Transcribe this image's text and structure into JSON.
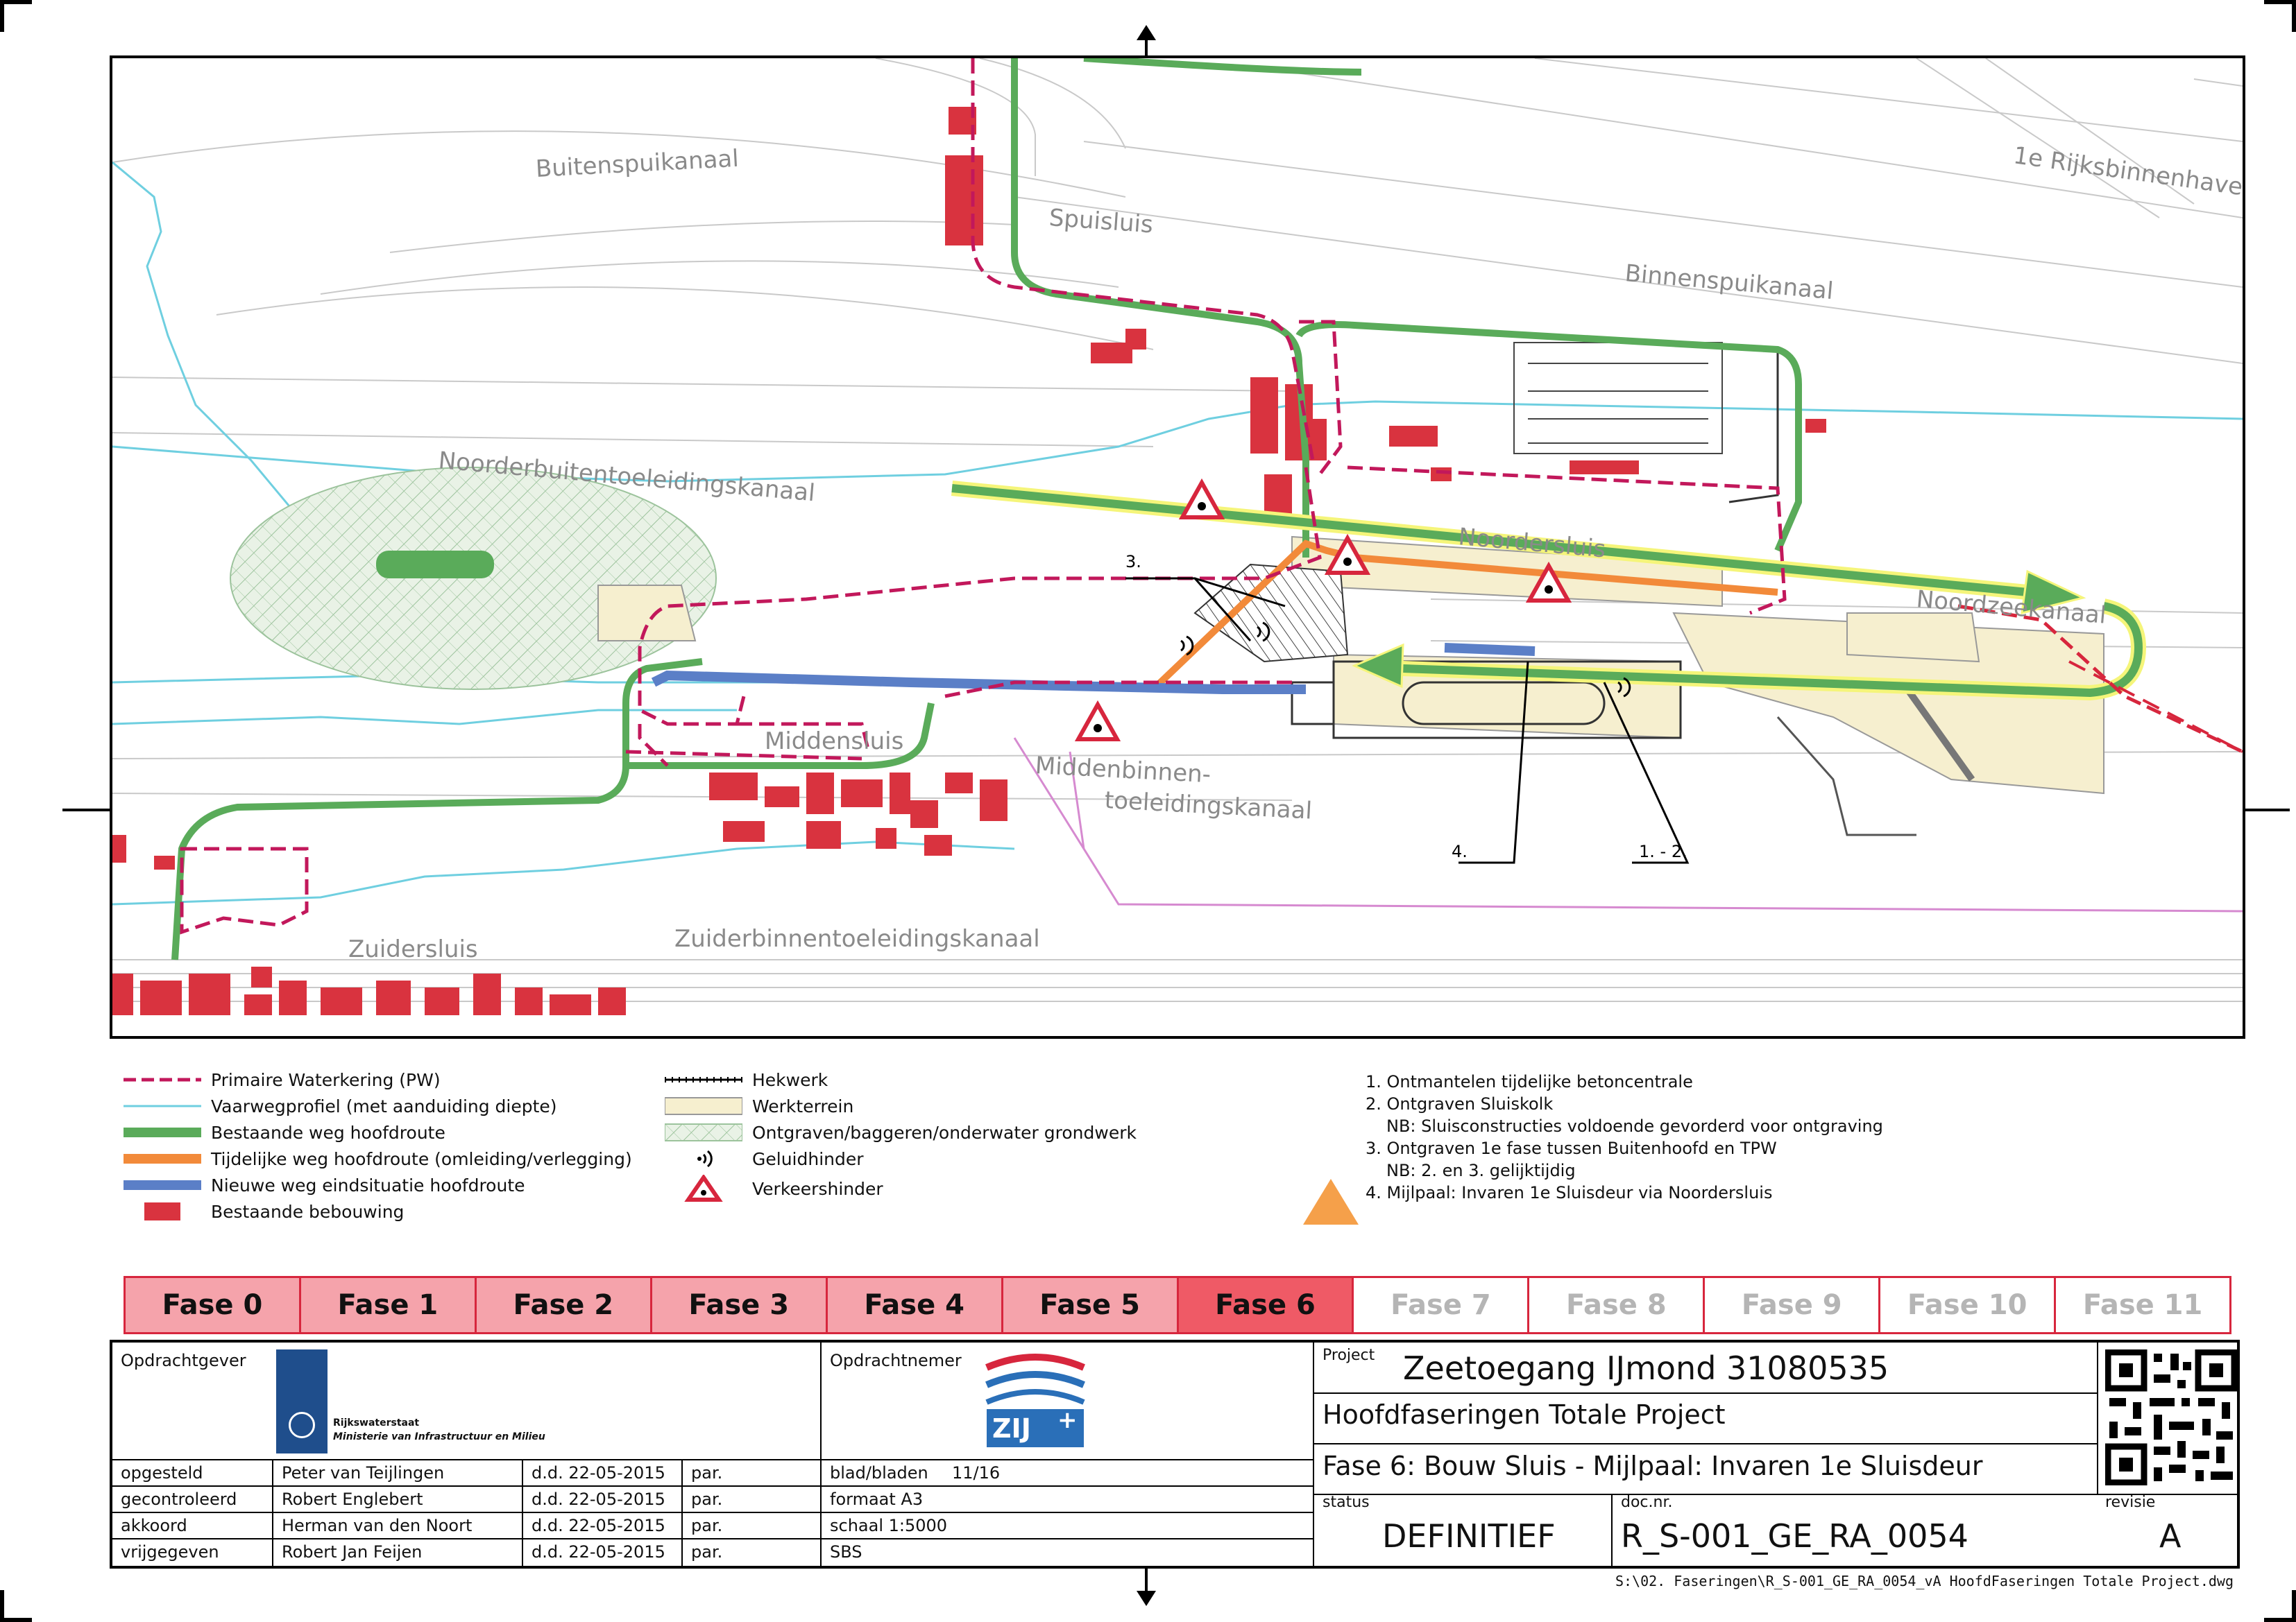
{
  "map": {
    "labels": {
      "buitenspuikanaal": "Buitenspuikanaal",
      "spuisluis": "Spuisluis",
      "binnenspuikanaal": "Binnenspuikanaal",
      "rijksbinnenhaven": "1e Rijksbinnenhaven",
      "noorderbuiten": "Noorderbuitentoeleidingskanaal",
      "noordersluis": "Noordersluis",
      "noordzeekanaal": "Noordzeekanaal",
      "middensluis": "Middensluis",
      "middenbinnen1": "Middenbinnen-",
      "middenbinnen2": "toeleidingskanaal",
      "zuidersluis": "Zuidersluis",
      "zuiderbinnen": "Zuiderbinnentoeleidingskanaal",
      "callout3": "3.",
      "callout4": "4.",
      "callout12": "1. - 2."
    }
  },
  "legend": {
    "items": [
      {
        "label": "Primaire Waterkering (PW)",
        "symbol": "dashed-line",
        "color": "#c2185b"
      },
      {
        "label": "Vaarwegprofiel (met aanduiding diepte)",
        "symbol": "line",
        "color": "#6fcfe0"
      },
      {
        "label": "Bestaande weg hoofdroute",
        "symbol": "thick-line",
        "color": "#5aab5a"
      },
      {
        "label": "Tijdelijke weg hoofdroute (omleiding/verlegging)",
        "symbol": "thick-line",
        "color": "#f28a3a"
      },
      {
        "label": "Nieuwe weg eindsituatie hoofdroute",
        "symbol": "thick-line",
        "color": "#5b7fc7"
      },
      {
        "label": "Bestaande bebouwing",
        "symbol": "rect",
        "color": "#d9333f"
      }
    ],
    "items2": [
      {
        "label": "Hekwerk",
        "symbol": "fence"
      },
      {
        "label": "Werkterrein",
        "symbol": "work-area"
      },
      {
        "label": "Ontgraven/baggeren/onderwater grondwerk",
        "symbol": "hatch"
      },
      {
        "label": "Geluidhinder",
        "symbol": "sound-icon"
      },
      {
        "label": "Verkeershinder",
        "symbol": "warning-icon"
      }
    ],
    "notes": [
      "1. Ontmantelen tijdelijke betoncentrale",
      "2. Ontgraven Sluiskolk",
      "NB: Sluisconstructies voldoende gevorderd voor ontgraving",
      "3. Ontgraven 1e fase tussen Buitenhoofd en TPW",
      "NB: 2. en 3. gelijktijdig",
      "4. Mijlpaal: Invaren 1e Sluisdeur via Noordersluis"
    ]
  },
  "phases": [
    {
      "label": "Fase 0",
      "state": "done"
    },
    {
      "label": "Fase 1",
      "state": "done"
    },
    {
      "label": "Fase 2",
      "state": "done"
    },
    {
      "label": "Fase 3",
      "state": "done"
    },
    {
      "label": "Fase 4",
      "state": "done"
    },
    {
      "label": "Fase 5",
      "state": "done"
    },
    {
      "label": "Fase 6",
      "state": "current"
    },
    {
      "label": "Fase 7",
      "state": "todo"
    },
    {
      "label": "Fase 8",
      "state": "todo"
    },
    {
      "label": "Fase 9",
      "state": "todo"
    },
    {
      "label": "Fase 10",
      "state": "todo"
    },
    {
      "label": "Fase 11",
      "state": "todo"
    }
  ],
  "titleblock": {
    "opdrachtgever_label": "Opdrachtgever",
    "rws_line1": "Rijkswaterstaat",
    "rws_line2": "Ministerie van Infrastructuur en Milieu",
    "opdrachtnemer_label": "Opdrachtnemer",
    "zij_logo": "ZIJ",
    "rows": [
      {
        "role": "opgesteld",
        "name": "Peter van Teijlingen",
        "date": "d.d. 22-05-2015",
        "par": "par."
      },
      {
        "role": "gecontroleerd",
        "name": "Robert Englebert",
        "date": "d.d. 22-05-2015",
        "par": "par."
      },
      {
        "role": "akkoord",
        "name": "Herman van den Noort",
        "date": "d.d. 22-05-2015",
        "par": "par."
      },
      {
        "role": "vrijgegeven",
        "name": "Robert Jan Feijen",
        "date": "d.d. 22-05-2015",
        "par": "par."
      }
    ],
    "blad_label": "blad/bladen",
    "blad_value": "11/16",
    "formaat": "formaat  A3",
    "schaal": "schaal  1:5000",
    "sbs": "SBS",
    "project_label": "Project",
    "project_name": "Zeetoegang IJmond 31080535",
    "subtitle1": "Hoofdfaseringen Totale Project",
    "subtitle2": "Fase 6: Bouw Sluis - Mijlpaal: Invaren 1e Sluisdeur",
    "status_label": "status",
    "status_value": "DEFINITIEF",
    "docnr_label": "doc.nr.",
    "docnr_value": "R_S-001_GE_RA_0054",
    "revisie_label": "revisie",
    "revisie_value": "A"
  },
  "filepath": "S:\\02. Faseringen\\R_S-001_GE_RA_0054_vA HoofdFaseringen Totale Project.dwg",
  "colors": {
    "pw": "#c2185b",
    "water": "#6fcfe0",
    "green": "#5aab5a",
    "orange": "#f28a3a",
    "blue": "#5b7fc7",
    "building": "#d9333f",
    "work": "#f6efcf",
    "hatch": "#9cc39c"
  }
}
